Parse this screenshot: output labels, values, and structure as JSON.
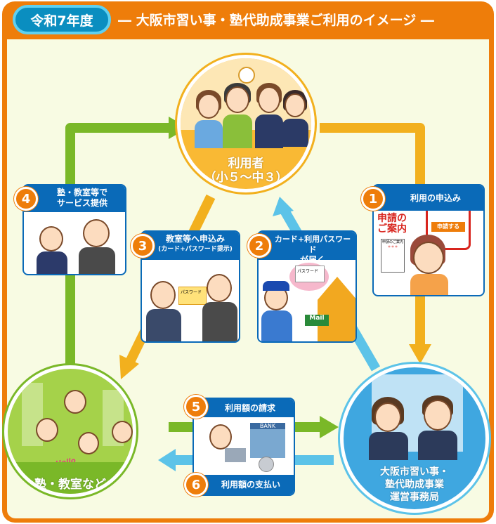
{
  "header": {
    "badge": "令和7年度",
    "title": "― 大阪市習い事・塾代助成事業ご利用のイメージ ―"
  },
  "nodes": {
    "users": {
      "line1": "利用者",
      "line2": "（小５～中３）"
    },
    "school": {
      "label": "塾・教室など",
      "hello": "Hello"
    },
    "office": {
      "line1": "大阪市習い事・",
      "line2": "塾代助成事業",
      "line3": "運営事務局"
    }
  },
  "steps": [
    {
      "num": "1",
      "label": "利用の申込み",
      "img_text1": "申請の",
      "img_text2": "ご案内",
      "button": "申請する",
      "doc": "申請のご案内",
      "stars": "＊＊＊"
    },
    {
      "num": "2",
      "line1": "カード+利用パスワード",
      "line2": "が届く",
      "card": "パスワード",
      "mail": "Mail"
    },
    {
      "num": "3",
      "line1": "教室等へ申込み",
      "line2": "(カード+パスワード提示)",
      "card": "パスワード"
    },
    {
      "num": "4",
      "line1": "塾・教室等で",
      "line2": "サービス提供"
    },
    {
      "num": "5",
      "label": "利用額の請求",
      "bank": "BANK"
    },
    {
      "num": "6",
      "label": "利用額の支払い"
    }
  ],
  "colors": {
    "orange": "#ee7d0a",
    "blue": "#0a6ab8",
    "green": "#7ab828",
    "yellow": "#f2b01e",
    "lightblue": "#5cc3e8"
  }
}
